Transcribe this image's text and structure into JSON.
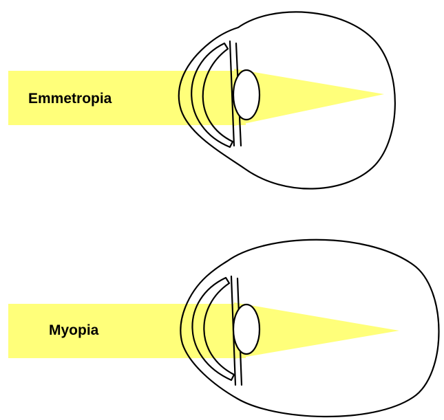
{
  "colors": {
    "light_beam": "#FFFF7A",
    "outline": "#000000",
    "background": "#FFFFFF"
  },
  "diagrams": [
    {
      "id": "emmetropia",
      "label": "Emmetropia"
    },
    {
      "id": "myopia",
      "label": "Myopia"
    }
  ]
}
